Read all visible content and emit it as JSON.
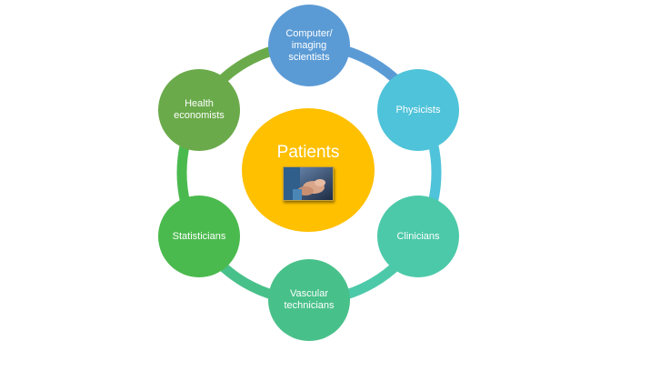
{
  "center": {
    "label": "Patients",
    "color": "#FFC000"
  },
  "ring_color": "#70AD47",
  "nodes": [
    {
      "id": "computer-imaging-scientists",
      "label": "Computer/\nimaging\nscientists",
      "color": "#5B9BD5"
    },
    {
      "id": "physicists",
      "label": "Physicists",
      "color": "#4FC3D9"
    },
    {
      "id": "clinicians",
      "label": "Clinicians",
      "color": "#4CC9A9"
    },
    {
      "id": "vascular-technicians",
      "label": "Vascular\ntechnicians",
      "color": "#48C08A"
    },
    {
      "id": "statisticians",
      "label": "Statisticians",
      "color": "#4BBA4E"
    },
    {
      "id": "health-economists",
      "label": "Health\neconomists",
      "color": "#6AAA4A"
    }
  ],
  "photo_icon": "hands-holding-photo"
}
